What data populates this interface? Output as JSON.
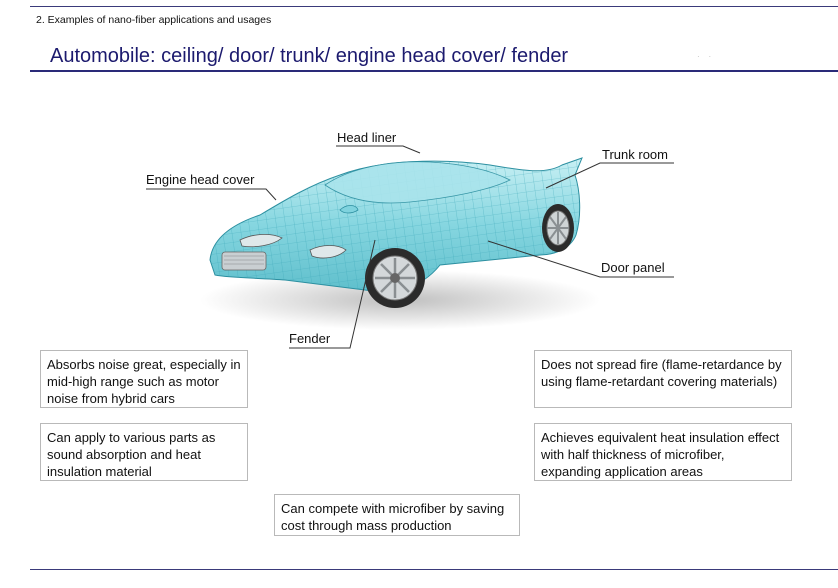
{
  "header": {
    "section": "2. Examples of nano-fiber applications and usages",
    "title": "Automobile: ceiling/ door/ trunk/ engine head cover/ fender"
  },
  "callouts": {
    "head_liner": "Head liner",
    "engine_head_cover": "Engine head cover",
    "trunk_room": "Trunk room",
    "door_panel": "Door panel",
    "fender": "Fender"
  },
  "notes": {
    "noise": "Absorbs noise great, especially in mid-high range such as motor noise from hybrid cars",
    "apply": "Can apply to various parts as sound absorption and heat insulation material",
    "compete": "Can compete with microfiber by saving cost through mass production",
    "fire": "Does not spread fire (flame-retardance by using flame-retardant covering materials)",
    "heat": "Achieves equivalent heat insulation effect with half thickness of microfiber, expanding application areas"
  },
  "colors": {
    "title": "#1c1a6e",
    "rule": "#2a2a78",
    "car_body": "#7fd3de",
    "car_mesh": "#3aa6b8"
  }
}
